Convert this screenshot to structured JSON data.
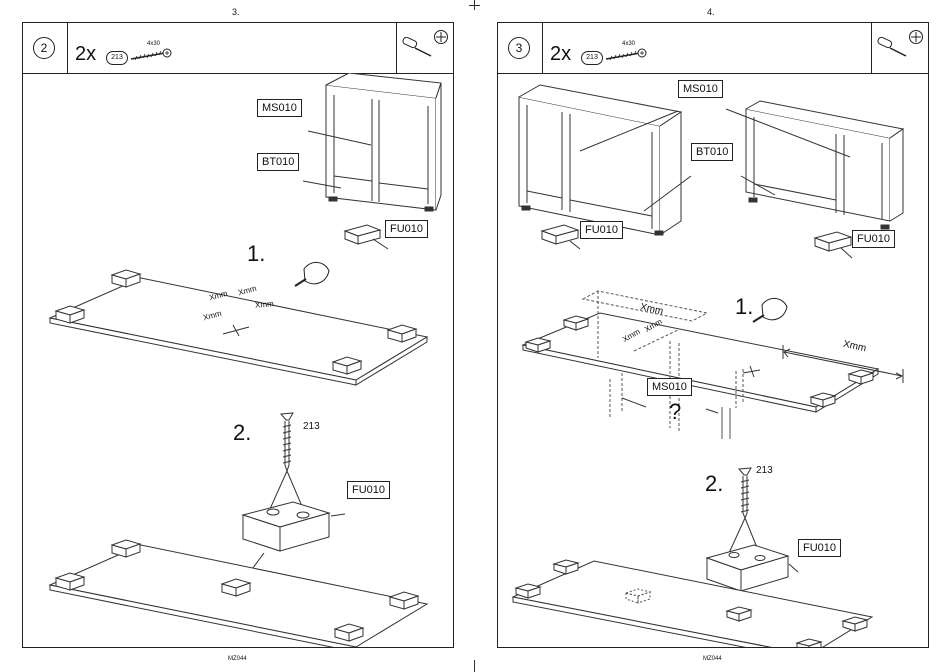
{
  "pages": [
    {
      "page_number": "3.",
      "footer_code": "MZ044",
      "step_badge": "2",
      "quantity": "2x",
      "part_id": "213",
      "screw_size": "4x30",
      "labels": {
        "ms": "MS010",
        "bt": "BT010",
        "fu_top": "FU010",
        "fu_bottom": "FU010"
      },
      "substep1": "1.",
      "substep2": "2.",
      "xmm_labels": [
        "Xmm",
        "Xmm",
        "Xmm",
        "Xmm"
      ],
      "screw_callout": "213"
    },
    {
      "page_number": "4.",
      "footer_code": "MZ044",
      "step_badge": "3",
      "quantity": "2x",
      "part_id": "213",
      "screw_size": "4x30",
      "labels": {
        "ms": "MS010",
        "bt": "BT010",
        "fu_left": "FU010",
        "fu_right": "FU010",
        "ms_question": "MS010",
        "fu_bottom": "FU010"
      },
      "substep1": "1.",
      "substep2": "2.",
      "xmm_labels": [
        "Xmm",
        "Xmm",
        "Xmm",
        "Xmm"
      ],
      "question_mark": "?",
      "screw_callout": "213"
    }
  ],
  "icons": [
    "screwdriver-icon",
    "phillips-head-icon",
    "screw-icon",
    "glue-tube-icon"
  ]
}
